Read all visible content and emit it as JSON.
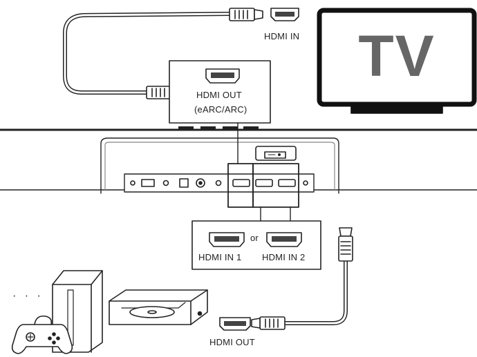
{
  "tv": {
    "label": "TV",
    "input_label": "HDMI IN"
  },
  "soundbar": {
    "out_label_line1": "HDMI OUT",
    "out_label_line2": "(eARC/ARC)"
  },
  "inputs": {
    "in1_label": "HDMI IN 1",
    "or_label": "or",
    "in2_label": "HDMI IN 2"
  },
  "source": {
    "out_label": "HDMI OUT",
    "dots": "· · ·"
  },
  "colors": {
    "line": "#222222",
    "tv_text": "#666666",
    "cable_fill": "#ffffff"
  }
}
